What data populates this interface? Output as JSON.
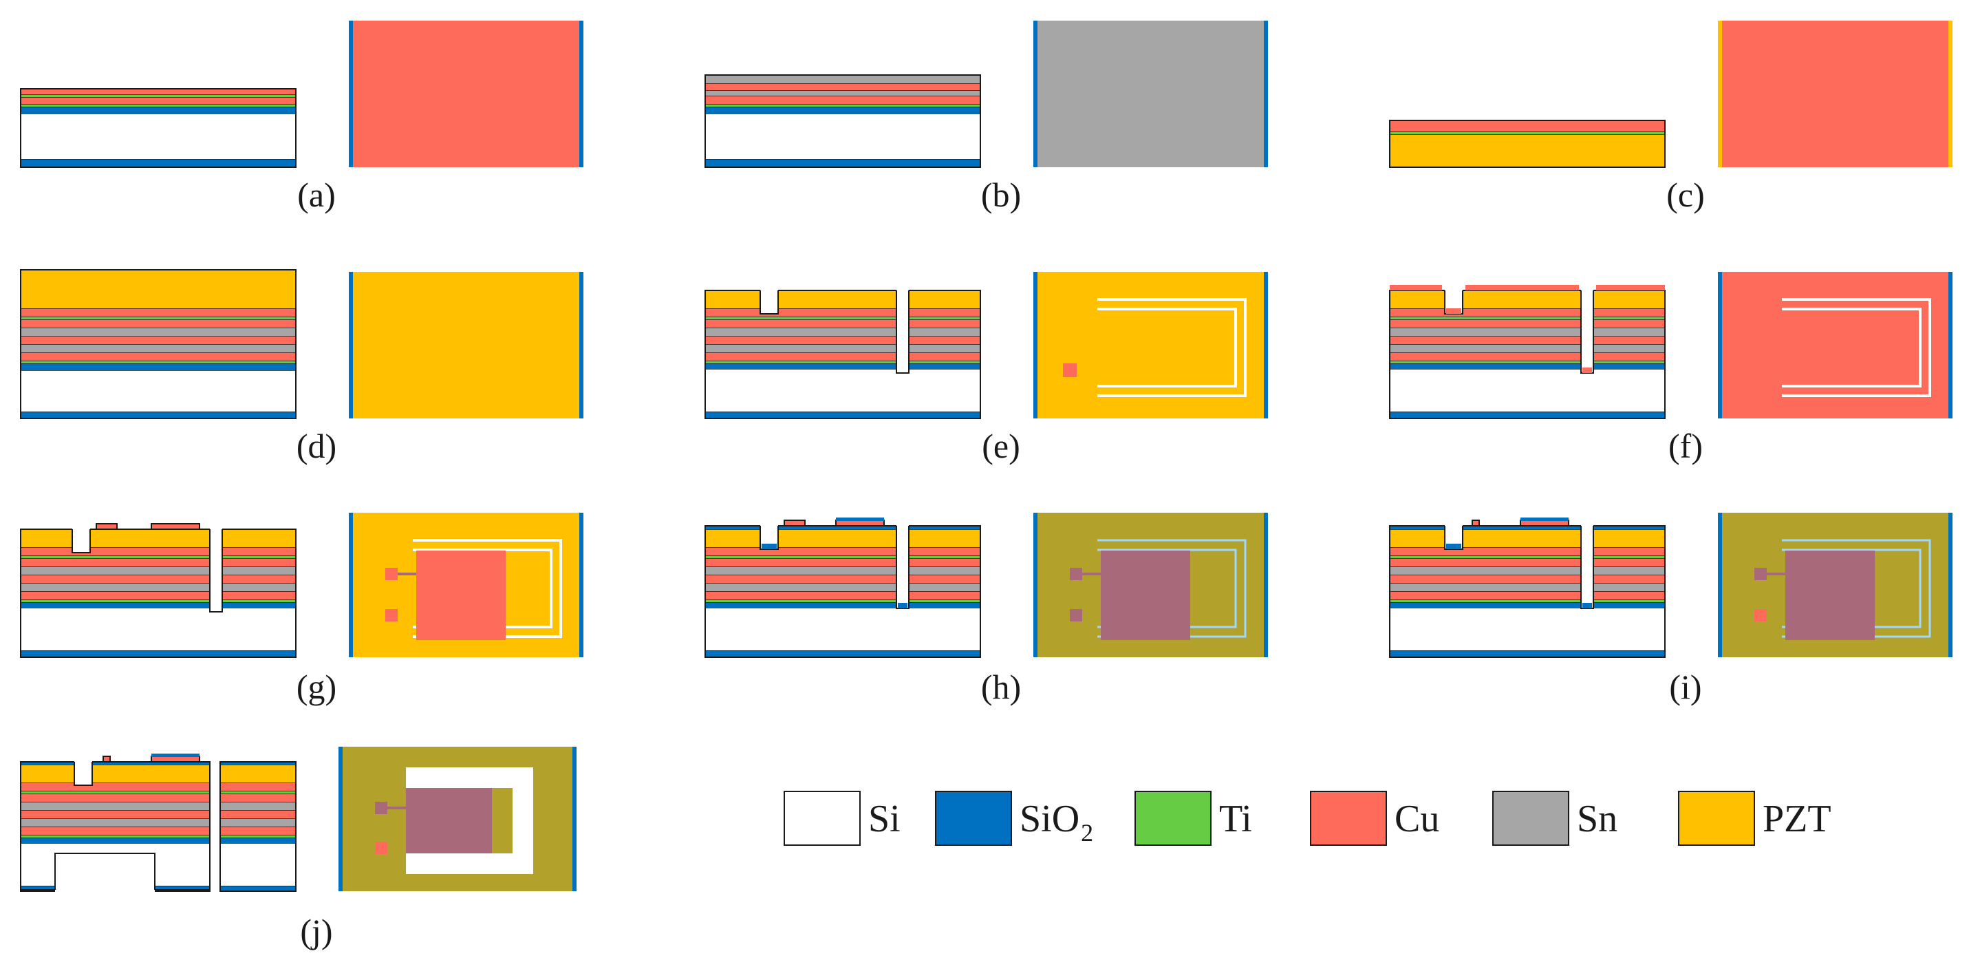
{
  "colors": {
    "Si": "#ffffff",
    "SiO2": "#0070c0",
    "Ti": "#66cc44",
    "Cu": "#ff6b5b",
    "Sn": "#a6a6a6",
    "PZT": "#ffc000",
    "passivation": "#b2a12b",
    "overlap": "#a86a7a",
    "trench_outline": "#ffffff",
    "passivated_outline": "#9fd7ff",
    "outline": "#1a1a1a"
  },
  "panels": [
    {
      "label": "(a)"
    },
    {
      "label": "(b)"
    },
    {
      "label": "(c)"
    },
    {
      "label": "(d)"
    },
    {
      "label": "(e)"
    },
    {
      "label": "(f)"
    },
    {
      "label": "(g)"
    },
    {
      "label": "(h)"
    },
    {
      "label": "(i)"
    },
    {
      "label": "(j)"
    }
  ],
  "legend": [
    {
      "material": "Si",
      "label": "Si",
      "sub": ""
    },
    {
      "material": "SiO2",
      "label": "SiO",
      "sub": "2"
    },
    {
      "material": "Ti",
      "label": "Ti",
      "sub": ""
    },
    {
      "material": "Cu",
      "label": "Cu",
      "sub": ""
    },
    {
      "material": "Sn",
      "label": "Sn",
      "sub": ""
    },
    {
      "material": "PZT",
      "label": "PZT",
      "sub": ""
    }
  ]
}
